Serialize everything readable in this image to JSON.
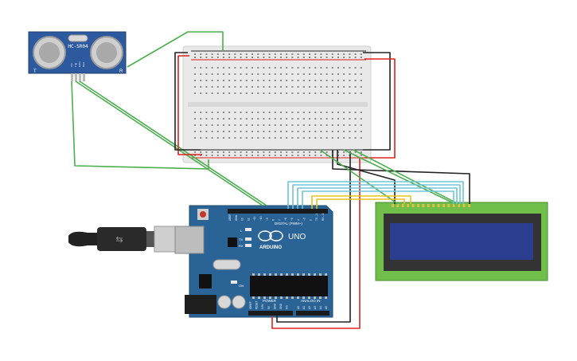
{
  "sensor": {
    "model": "HC-SR04",
    "pin_t": "T",
    "pin_r": "R",
    "pins": [
      "Vcc",
      "Trig",
      "Echo",
      "Gnd"
    ]
  },
  "arduino": {
    "brand": "ARDUINO",
    "model": "UNO",
    "digital_label": "DIGITAL (PWM~)",
    "power_label": "POWER",
    "analog_label": "ANALOG IN",
    "top_pins": [
      "AREF",
      "GND",
      "13",
      "12",
      "~11",
      "~10",
      "~9",
      "8",
      "7",
      "~6",
      "~5",
      "4",
      "~3",
      "2",
      "TX→1",
      "RX←0"
    ],
    "power_pins": [
      "IOREF",
      "RESET",
      "3.3V",
      "5V",
      "GND",
      "GND",
      "Vin"
    ],
    "analog_pins": [
      "A0",
      "A1",
      "A2",
      "A3",
      "A4",
      "A5"
    ],
    "led_l": "L",
    "led_tx": "TX",
    "led_rx": "RX",
    "on_label": "ON"
  },
  "colors": {
    "wire_green": "#4caf50",
    "wire_red": "#e0201b",
    "wire_black": "#222222",
    "wire_cyan": "#6ec6d8",
    "wire_yellow": "#e8c21a",
    "board_blue": "#2a6496",
    "lcd_green": "#6fbf4a",
    "lcd_screen": "#2b3d8f",
    "sensor_blue": "#2d5a9e"
  }
}
